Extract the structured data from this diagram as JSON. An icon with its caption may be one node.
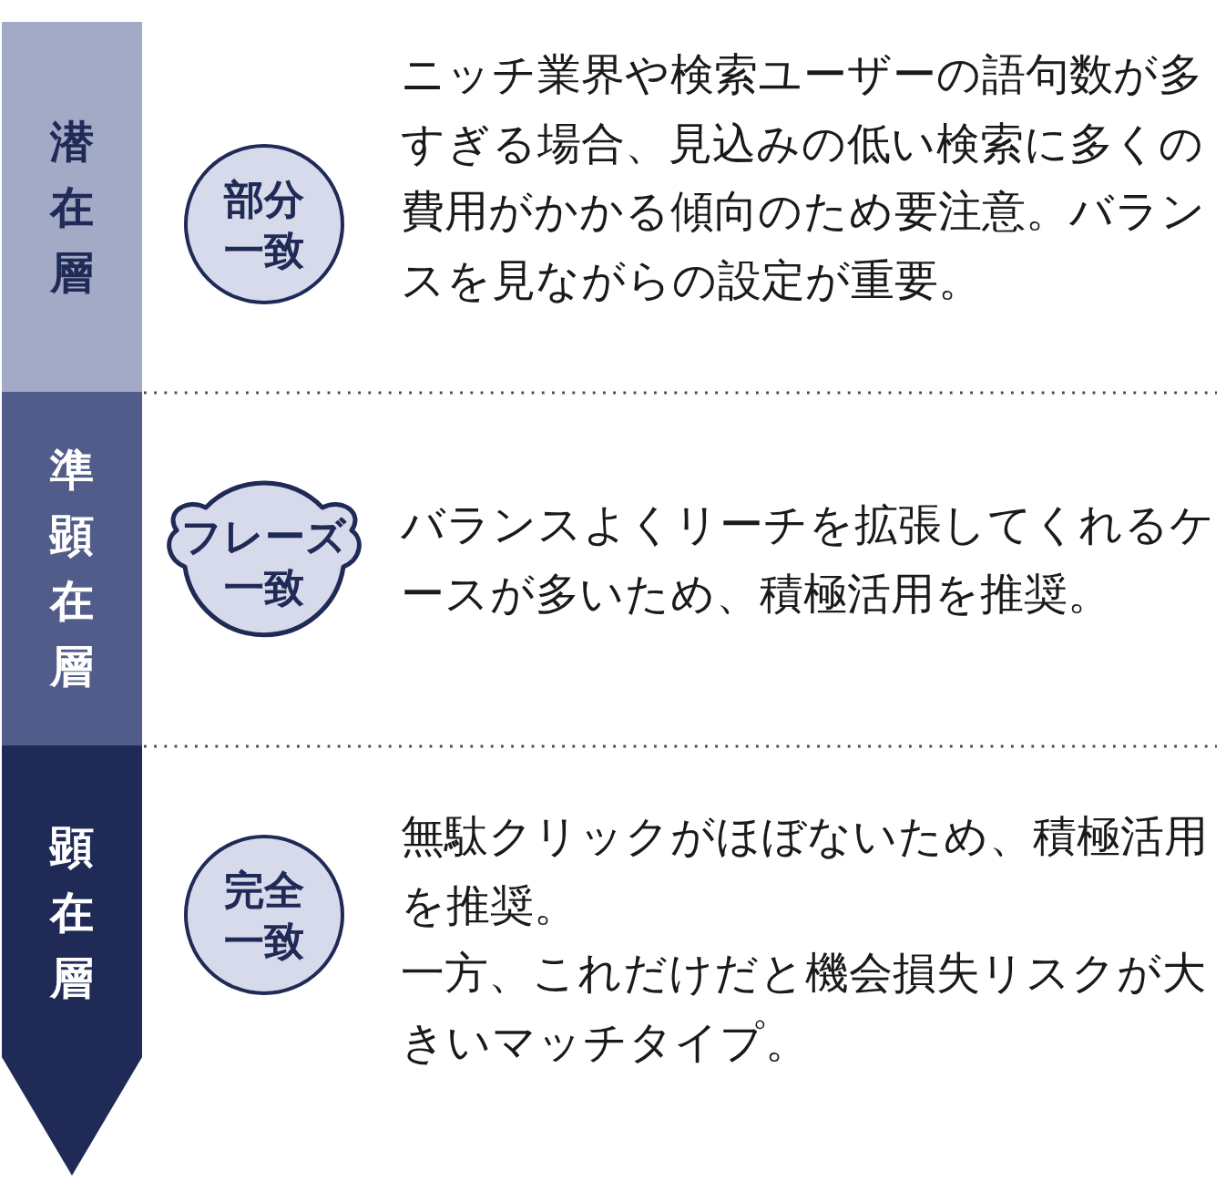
{
  "diagram": {
    "nodes": [
      {
        "text": [
          "潜在層"
        ]
      },
      {
        "text": [
          "部分一致"
        ],
        "beside": [
          "ニッチ業界や検索ユーザーの語句数が多すぎる場合、見込みの低い検索に多くの費用がかかる傾向のため要注意。バランスを見ながらの設定が重要。"
        ]
      },
      {
        "text": [
          "準顕在層"
        ]
      },
      {
        "text": [
          "フレーズ一致"
        ],
        "beside": [
          "バランスよくリーチを拡張してくれるケースが多いため、積極活用を推奨。"
        ]
      },
      {
        "text": [
          "顕在層"
        ]
      },
      {
        "text": [
          "完全一致"
        ],
        "beside": [
          "無駄クリックがほぼないため、積極活用を推奨。",
          "一方、これだけだと機会損失リスクが大きいマッチタイプ。"
        ]
      }
    ]
  }
}
